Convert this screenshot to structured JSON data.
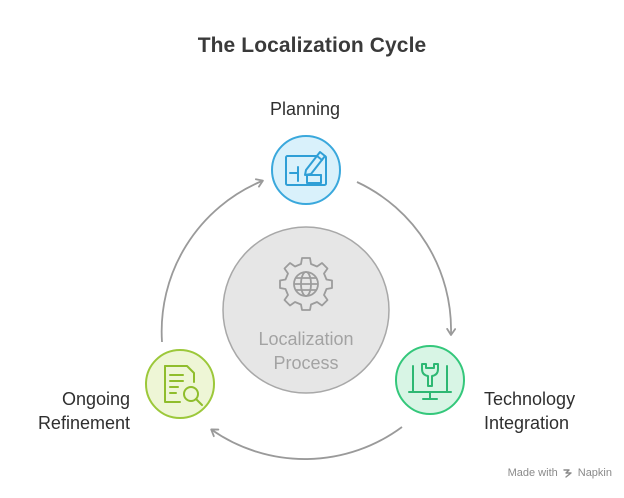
{
  "title": "The Localization Cycle",
  "center": {
    "line1": "Localization",
    "line2": "Process",
    "icon": "globe-gear-icon"
  },
  "nodes": [
    {
      "label": "Planning",
      "icon": "planning-sketch-icon",
      "color": "#3aa8dc",
      "fill": "#d9f1fb"
    },
    {
      "label_line1": "Technology",
      "label_line2": "Integration",
      "icon": "wrench-monitor-icon",
      "color": "#34c77b",
      "fill": "#d8f5e5"
    },
    {
      "label_line1": "Ongoing",
      "label_line2": "Refinement",
      "icon": "document-search-icon",
      "color": "#9cc83a",
      "fill": "#eef6d6"
    }
  ],
  "footer": {
    "made_with": "Made with",
    "brand": "Napkin"
  },
  "colors": {
    "arrow": "#9a9a9a",
    "center_fill": "#e6e6e6",
    "center_stroke": "#a8a8a8",
    "title": "#3a3a3a"
  }
}
